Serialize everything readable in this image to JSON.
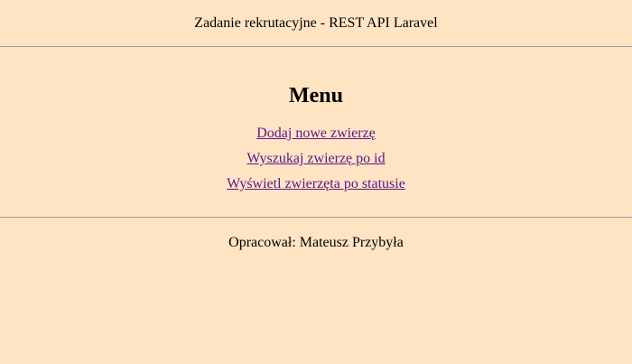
{
  "header": {
    "title": "Zadanie rekrutacyjne - REST API Laravel"
  },
  "main": {
    "heading": "Menu",
    "links": [
      {
        "label": "Dodaj nowe zwierzę"
      },
      {
        "label": "Wyszukaj zwierzę po id"
      },
      {
        "label": "Wyświetl zwierzęta po statusie"
      }
    ]
  },
  "footer": {
    "author": "Opracował: Mateusz Przybyła"
  },
  "colors": {
    "background": "#ffe4c4",
    "link_visited": "#551a8b",
    "divider": "#a0a0a0"
  }
}
